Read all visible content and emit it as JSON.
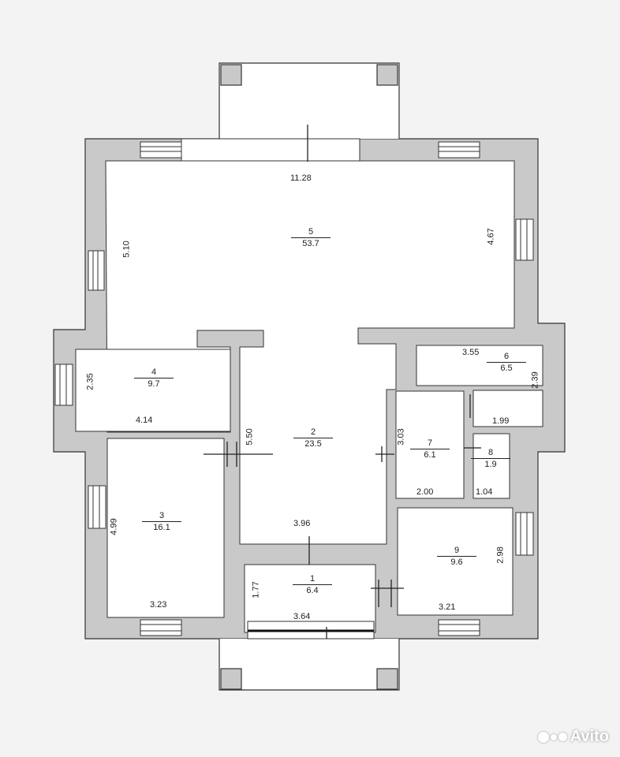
{
  "rooms": [
    {
      "number": "5",
      "area": "53.7"
    },
    {
      "number": "4",
      "area": "9.7"
    },
    {
      "number": "2",
      "area": "23.5"
    },
    {
      "number": "6",
      "area": "6.5"
    },
    {
      "number": "7",
      "area": "6.1"
    },
    {
      "number": "8",
      "area": "1.9"
    },
    {
      "number": "3",
      "area": "16.1"
    },
    {
      "number": "1",
      "area": "6.4"
    },
    {
      "number": "9",
      "area": "9.6"
    }
  ],
  "dimensions": {
    "top_width": "11.28",
    "left_hall": "5.10",
    "right_hall": "4.67",
    "room4_height": "2.35",
    "room4_width": "4.14",
    "corridor_height": "5.50",
    "room6_width": "3.55",
    "room6_height": "2.39",
    "room8_width_top": "1.99",
    "room7_height": "3.03",
    "room7_width": "2.00",
    "room8_width": "1.04",
    "corridor_width": "3.96",
    "room3_height": "4.99",
    "room3_width": "3.23",
    "room1_height": "1.77",
    "room1_width": "3.64",
    "room9_height": "2.98",
    "room9_width": "3.21"
  },
  "watermark": {
    "text": "Avito"
  }
}
